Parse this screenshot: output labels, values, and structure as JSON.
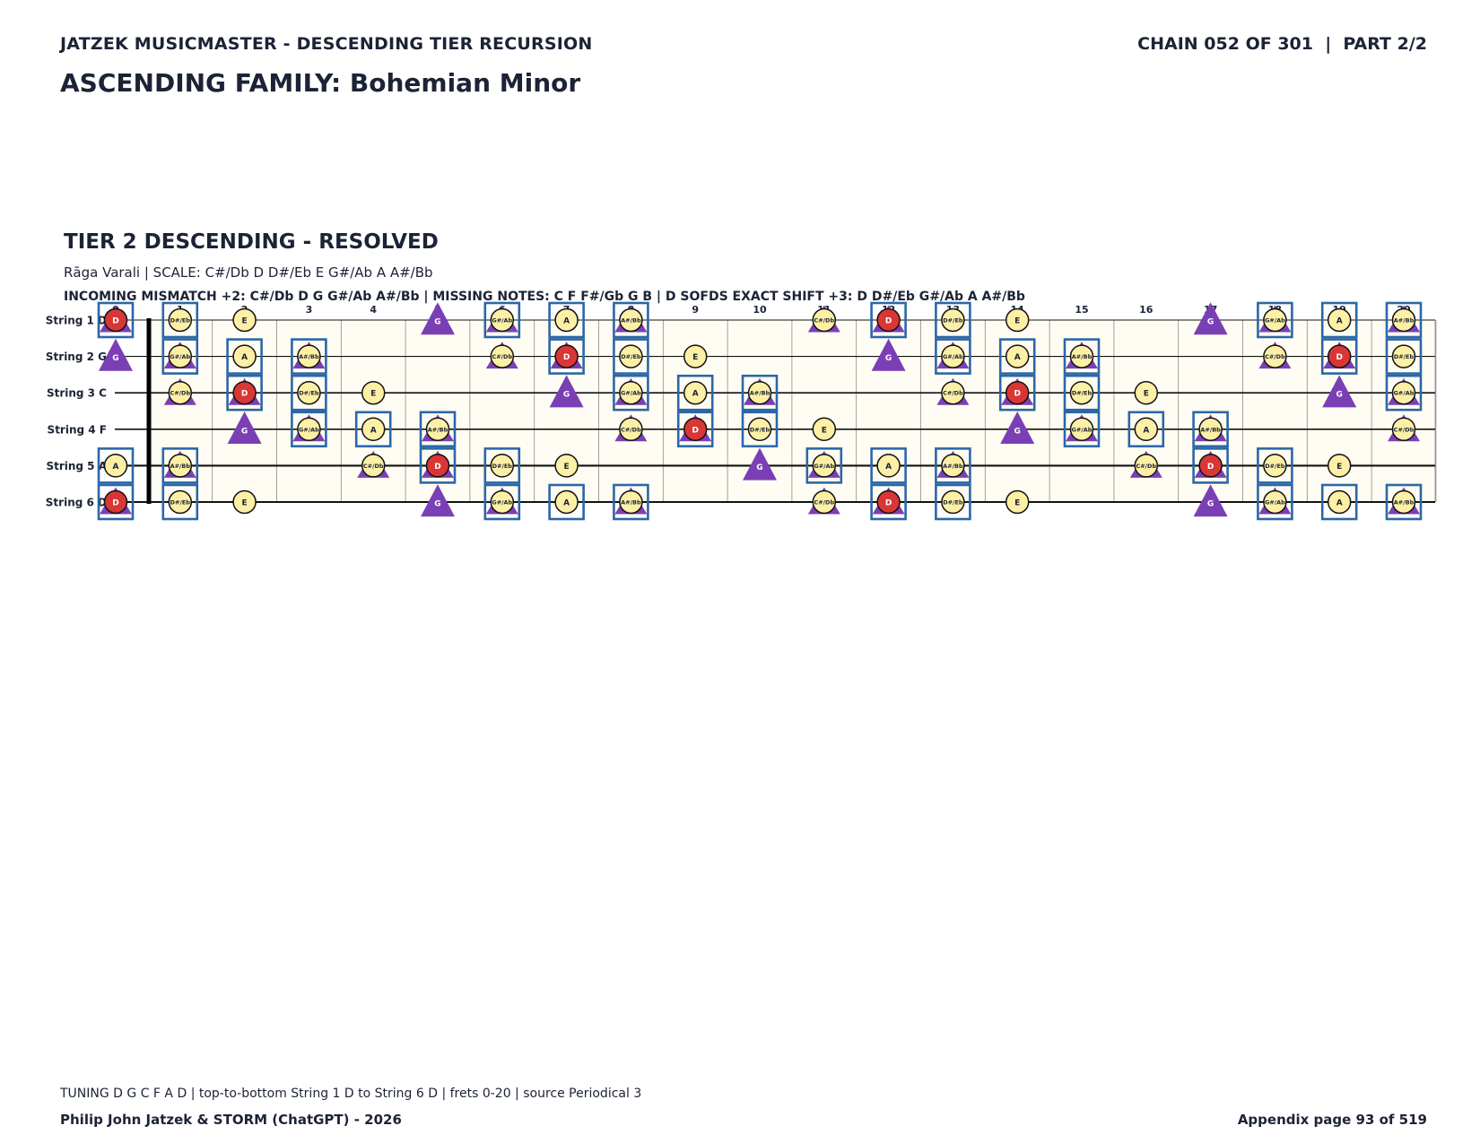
{
  "header": {
    "title": "JATZEK MUSICMASTER - DESCENDING TIER RECURSION",
    "chain": "CHAIN 052 OF 301  |  PART 2/2",
    "family": "ASCENDING FAMILY: Bohemian Minor"
  },
  "section": {
    "title": "TIER 2 DESCENDING - RESOLVED",
    "scale_line": "Rāga Varali  |  SCALE: C#/Db D D#/Eb E G#/Ab A A#/Bb",
    "mismatch_line": "INCOMING MISMATCH +2: C#/Db D G G#/Ab A#/Bb  |  MISSING NOTES: C F F#/Gb G B  |  D SOFDS EXACT SHIFT +3: D D#/Eb G#/Ab A A#/Bb"
  },
  "fretboard": {
    "strings": [
      {
        "label": "String 1 D",
        "open": "D"
      },
      {
        "label": "String 2 G",
        "open": "G"
      },
      {
        "label": "String 3 C",
        "open": "C"
      },
      {
        "label": "String 4 F",
        "open": "F"
      },
      {
        "label": "String 5 A",
        "open": "A"
      },
      {
        "label": "String 6 D",
        "open": "D"
      }
    ],
    "fret_numbers": [
      "0",
      "1",
      "2",
      "3",
      "4",
      "5",
      "6",
      "7",
      "8",
      "9",
      "10",
      "11",
      "12",
      "13",
      "14",
      "15",
      "16",
      "17",
      "18",
      "19",
      "20"
    ],
    "chromatic": [
      "C",
      "C#/Db",
      "D",
      "D#/Eb",
      "E",
      "F",
      "F#/Gb",
      "G",
      "G#/Ab",
      "A",
      "A#/Bb",
      "B"
    ],
    "scale_notes": [
      "C#/Db",
      "D",
      "D#/Eb",
      "E",
      "G#/Ab",
      "A",
      "A#/Bb"
    ],
    "root": "D",
    "triangle_notes": [
      "C#/Db",
      "D",
      "G",
      "G#/Ab",
      "A#/Bb"
    ],
    "box_notes": [
      "D",
      "D#/Eb",
      "G#/Ab",
      "A",
      "A#/Bb"
    ],
    "colors": {
      "background": "#fffdf3",
      "note_fill": "#fdf0a6",
      "root_fill": "#d93636",
      "triangle": "#7b3fb5",
      "box": "#2b67a8"
    }
  },
  "footer": {
    "tuning": "TUNING D G C F A D | top-to-bottom String 1 D to String 6 D | frets 0-20 | source Periodical 3",
    "authors": "Philip John Jatzek & STORM (ChatGPT) - 2026",
    "page": "Appendix page 93 of 519"
  }
}
